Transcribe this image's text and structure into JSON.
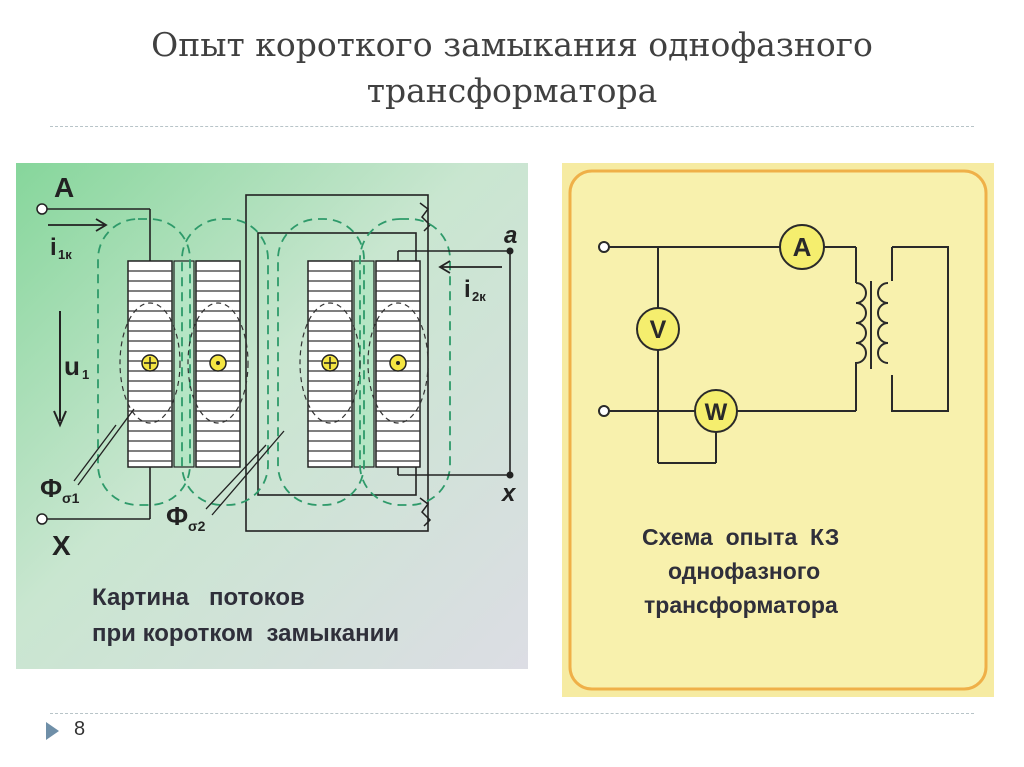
{
  "title": {
    "line1": "Опыт короткого замыкания однофазного",
    "line2": "трансформатора"
  },
  "left_figure": {
    "label_A": "A",
    "label_X": "X",
    "label_a": "a",
    "label_x": "x",
    "current_i1": "i",
    "current_i1_sub": "1к",
    "current_i2": "i",
    "current_i2_sub": "2к",
    "voltage_u1": "u",
    "voltage_u1_sub": "1",
    "flux_phi1": "Ф",
    "flux_phi1_sub": "σ1",
    "flux_phi2": "Ф",
    "flux_phi2_sub": "σ2",
    "caption_line1": "Картина   потоков",
    "caption_line2": "при коротком  замыкании"
  },
  "right_figure": {
    "ammeter": "A",
    "voltmeter": "V",
    "wattmeter": "W",
    "caption_line1": "Схема  опыта  КЗ",
    "caption_line2": "однофазного",
    "caption_line3": "трансформатора"
  },
  "footer": {
    "page_number": "8"
  },
  "colors": {
    "left_bg_green": "#8fd9a0",
    "left_bg_grey": "#dcdde4",
    "right_bg": "#f7f0a8",
    "right_border": "#f0b34a",
    "meter_fill": "#f5ee6e",
    "flux_dash": "#2e9a6a"
  }
}
